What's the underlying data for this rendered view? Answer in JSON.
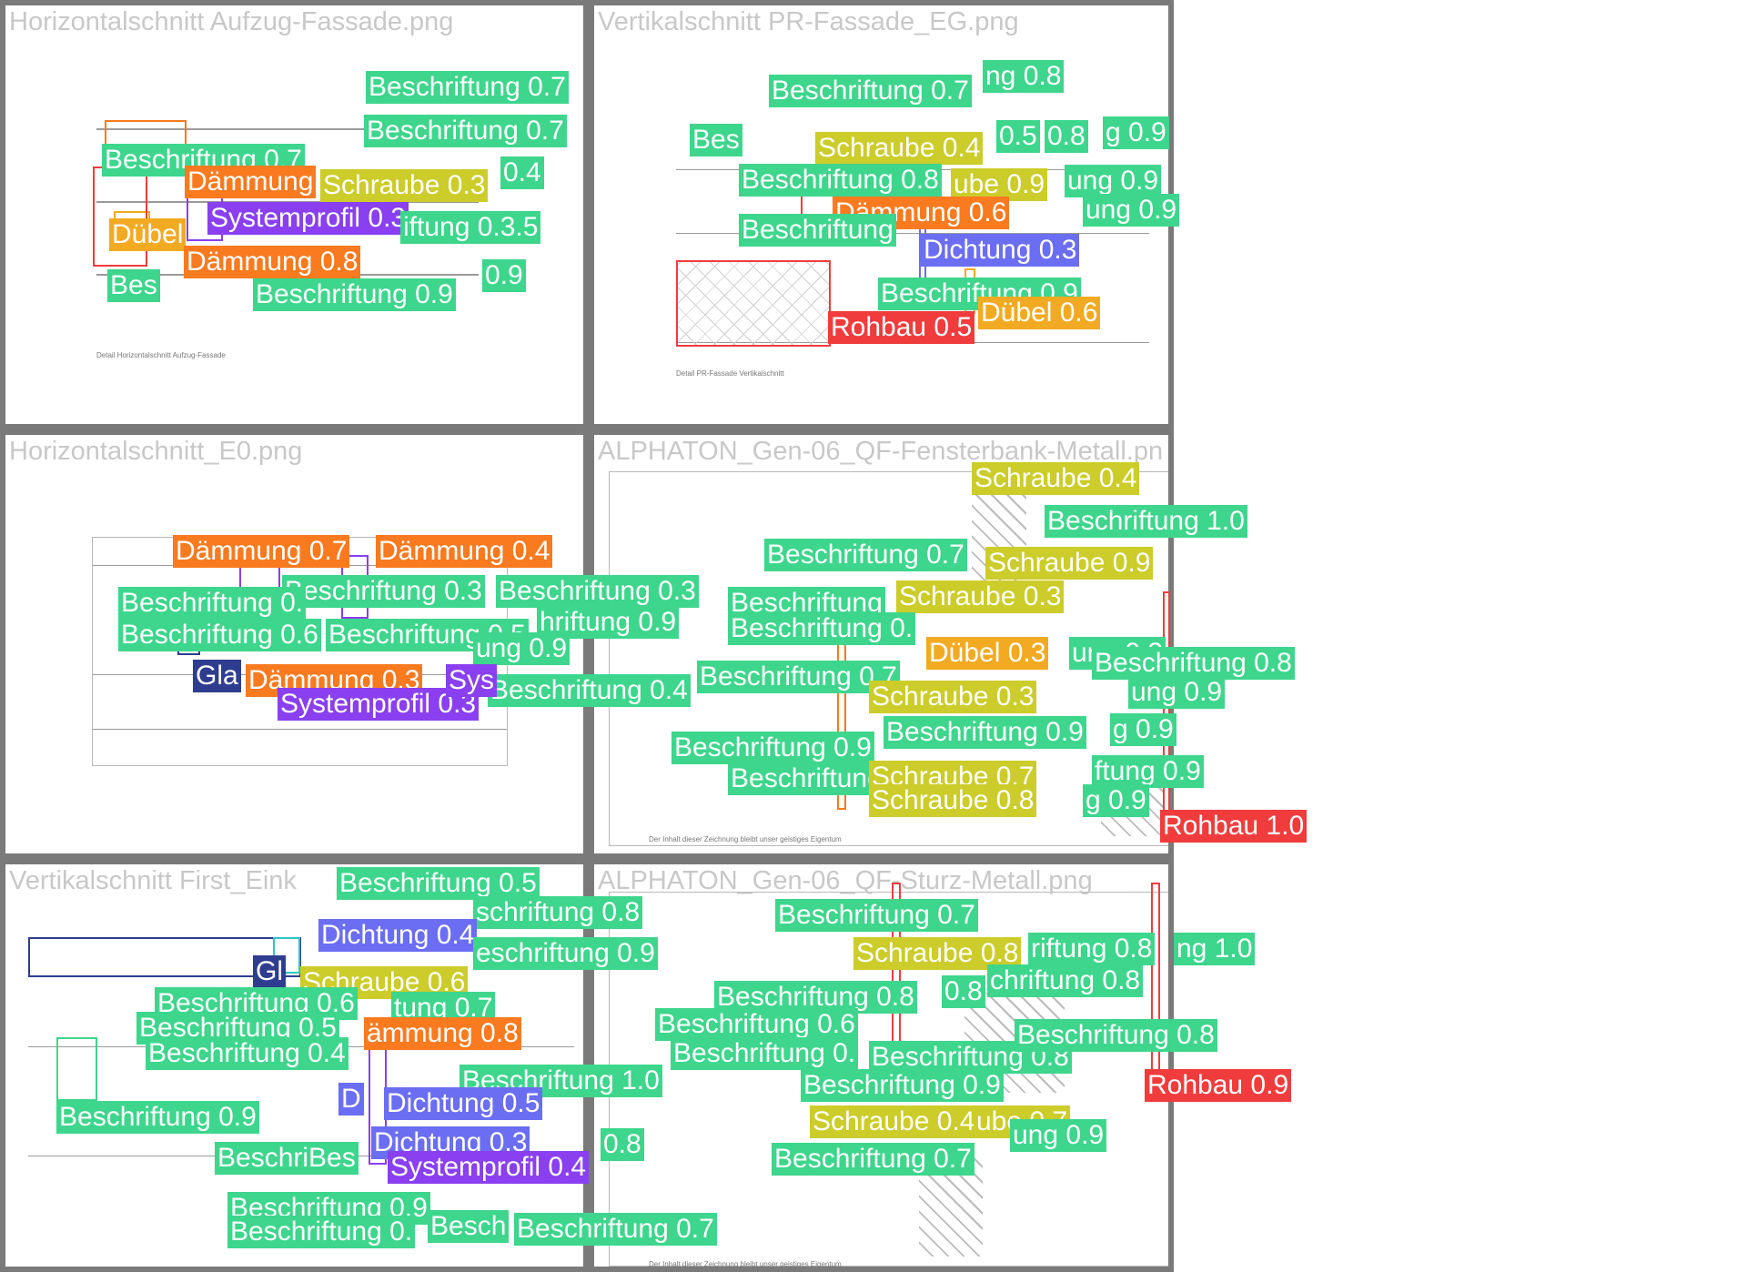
{
  "colors": {
    "Beschriftung": "#3dd68c",
    "Schraube": "#cccc2a",
    "Dämmung": "#f97a1f",
    "Systemprofil": "#8a3ff0",
    "Dübel": "#f2aa22",
    "Rohbau": "#f03c3c",
    "Dichtung": "#6b6ef2",
    "Glas": "#2e3d8f",
    "Dichtung2": "#2fc4c4"
  },
  "tiles": [
    {
      "title": "Horizontalschnitt Aufzug-Fassade.png",
      "footer": "Detail Horizontalschnitt Aufzug-Fassade",
      "labels": [
        "Beschriftung 0.7",
        "Beschriftung 0.7",
        "Beschriftung 0.7",
        "Dämmung",
        "Schraube 0.3",
        "0.4",
        "Systemprofil 0.3",
        "iftung 0.3.5",
        "Dübel",
        "Dämmung 0.8",
        "0.9",
        "Beschriftung 0.9",
        "Bes"
      ]
    },
    {
      "title": "Vertikalschnitt PR-Fassade_EG.png",
      "footer": "Detail PR-Fassade Vertikalschnitt",
      "labels": [
        "ng 0.8",
        "Beschriftung 0.7",
        "Bes",
        "Schraube 0.4",
        "0.5",
        "0.8",
        "g 0.9",
        "Beschriftung 0.8",
        "ube 0.9",
        "ung 0.9",
        "Dämmung 0.6",
        "ung 0.9",
        "Beschriftung",
        "Dichtung 0.3",
        "Beschriftung 0.9",
        "Dübel 0.6",
        "Rohbau 0.5"
      ]
    },
    {
      "title": "Horizontalschnitt_E0.png",
      "footer": "",
      "labels": [
        "Dämmung 0.7",
        "Dämmung 0.4",
        "Beschriftung 0.3",
        "Beschriftung 0.3",
        "Beschriftung 0.",
        "Beschriftung 0.5",
        "hriftung 0.9",
        "ung 0.9",
        "Beschriftung 0.6",
        "Gla",
        "Dämmung 0.3",
        "Systemprofil 0.3",
        "Beschriftung 0.4",
        "Sys"
      ]
    },
    {
      "title": "ALPHATON_Gen-06_QF-Fensterbank-Metall.pn",
      "footer": "Der Inhalt dieser Zeichnung bleibt unser geistiges Eigentum",
      "labels": [
        "Schraube 0.4",
        "Beschriftung 1.0",
        "Beschriftung 0.7",
        "Schraube 0.9",
        "Beschriftung",
        "Schraube 0.3",
        "Beschriftung 0.",
        "Dübel 0.3",
        "ung 0.3",
        "Beschriftung 0.8",
        "Beschriftung 0.7",
        "Schraube 0.3",
        "ung 0.9",
        "Beschriftung 0.9",
        "g 0.9",
        "Beschriftung 0.9",
        "Beschriftung",
        "Schraube 0.7",
        "ftung 0.9",
        "Schraube 0.8",
        "g 0.9",
        "Rohbau 1.0"
      ]
    },
    {
      "title": "Vertikalschnitt First_Eink",
      "footer": "",
      "labels": [
        "Beschriftung 0.5",
        "schriftung 0.8",
        "Dichtung 0.4",
        "eschriftung 0.9",
        "Gl",
        "Schraube 0.6",
        "Beschriftung 0.6",
        "Beschriftung 0.5",
        "tung 0.7",
        "ämmung 0.8",
        "Beschriftung 0.4",
        "Beschriftung 1.0",
        "Beschriftung 0.9",
        "Dichtung 0.5",
        "D",
        "0.8",
        "Dichtung 0.3",
        "BeschriBes",
        "Systemprofil 0.4",
        "Beschriftung 0.9",
        "Beschriftung 0.",
        "Besch",
        "Beschriftung 0.7"
      ]
    },
    {
      "title": "ALPHATON_Gen-06_QF-Sturz-Metall.png",
      "footer": "Der Inhalt dieser Zeichnung bleibt unser geistiges Eigentum",
      "labels": [
        "Beschriftung 0.7",
        "riftung 0.8",
        "ng 1.0",
        "Schraube 0.8",
        "Beschriftung 0.8",
        "0.8",
        "chriftung 0.8",
        "Beschriftung 0.6",
        "Beschriftung 0.",
        "Beschriftung 0.8",
        "Beschriftung 0.8",
        "Rohbau 0.9",
        "Beschriftung 0.9",
        "Schraube 0.4",
        "ube 0.7",
        "ung 0.9",
        "Beschriftung 0.7"
      ]
    }
  ]
}
